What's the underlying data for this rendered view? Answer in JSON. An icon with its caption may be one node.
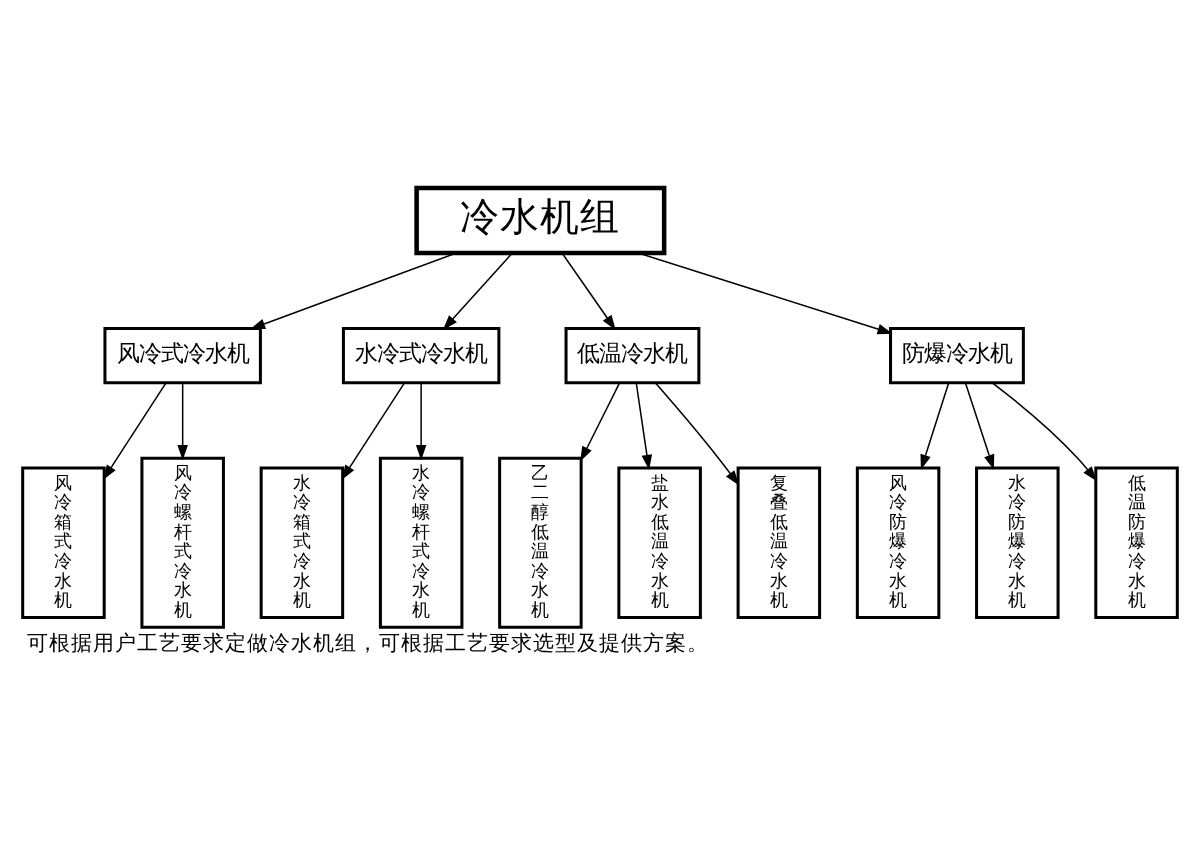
{
  "diagram": {
    "caption": "可根据用户工艺要求定做冷水机组，可根据工艺要求选型及提供方案。",
    "nodes": [
      {
        "text": [
          "冷水机组"
        ]
      },
      {
        "text": [
          "风冷式冷水机"
        ]
      },
      {
        "text": [
          "水冷式冷水机"
        ]
      },
      {
        "text": [
          "低温冷水机"
        ]
      },
      {
        "text": [
          "防爆冷水机"
        ]
      },
      {
        "text": [
          "风冷箱式冷水机"
        ]
      },
      {
        "text": [
          "风冷螺杆式冷水机"
        ]
      },
      {
        "text": [
          "水冷箱式冷水机"
        ]
      },
      {
        "text": [
          "水冷螺杆式冷水机"
        ]
      },
      {
        "text": [
          "乙二醇低温冷水机"
        ]
      },
      {
        "text": [
          "盐水低温冷水机"
        ]
      },
      {
        "text": [
          "复叠低温冷水机"
        ]
      },
      {
        "text": [
          "风冷防爆冷水机"
        ]
      },
      {
        "text": [
          "水冷防爆冷水机"
        ]
      },
      {
        "text": [
          "低温防爆冷水机"
        ]
      }
    ],
    "edges": [
      {
        "from": 0,
        "to": 1,
        "arrow": "to"
      },
      {
        "from": 0,
        "to": 2,
        "arrow": "to"
      },
      {
        "from": 0,
        "to": 3,
        "arrow": "to"
      },
      {
        "from": 0,
        "to": 4,
        "arrow": "to"
      },
      {
        "from": 1,
        "to": 5,
        "arrow": "to"
      },
      {
        "from": 1,
        "to": 6,
        "arrow": "to"
      },
      {
        "from": 2,
        "to": 7,
        "arrow": "to"
      },
      {
        "from": 2,
        "to": 8,
        "arrow": "to"
      },
      {
        "from": 3,
        "to": 9,
        "arrow": "to"
      },
      {
        "from": 3,
        "to": 10,
        "arrow": "to"
      },
      {
        "from": 3,
        "to": 11,
        "arrow": "to"
      },
      {
        "from": 4,
        "to": 12,
        "arrow": "to"
      },
      {
        "from": 4,
        "to": 13,
        "arrow": "to"
      },
      {
        "from": 4,
        "to": 14,
        "arrow": "to"
      }
    ]
  }
}
